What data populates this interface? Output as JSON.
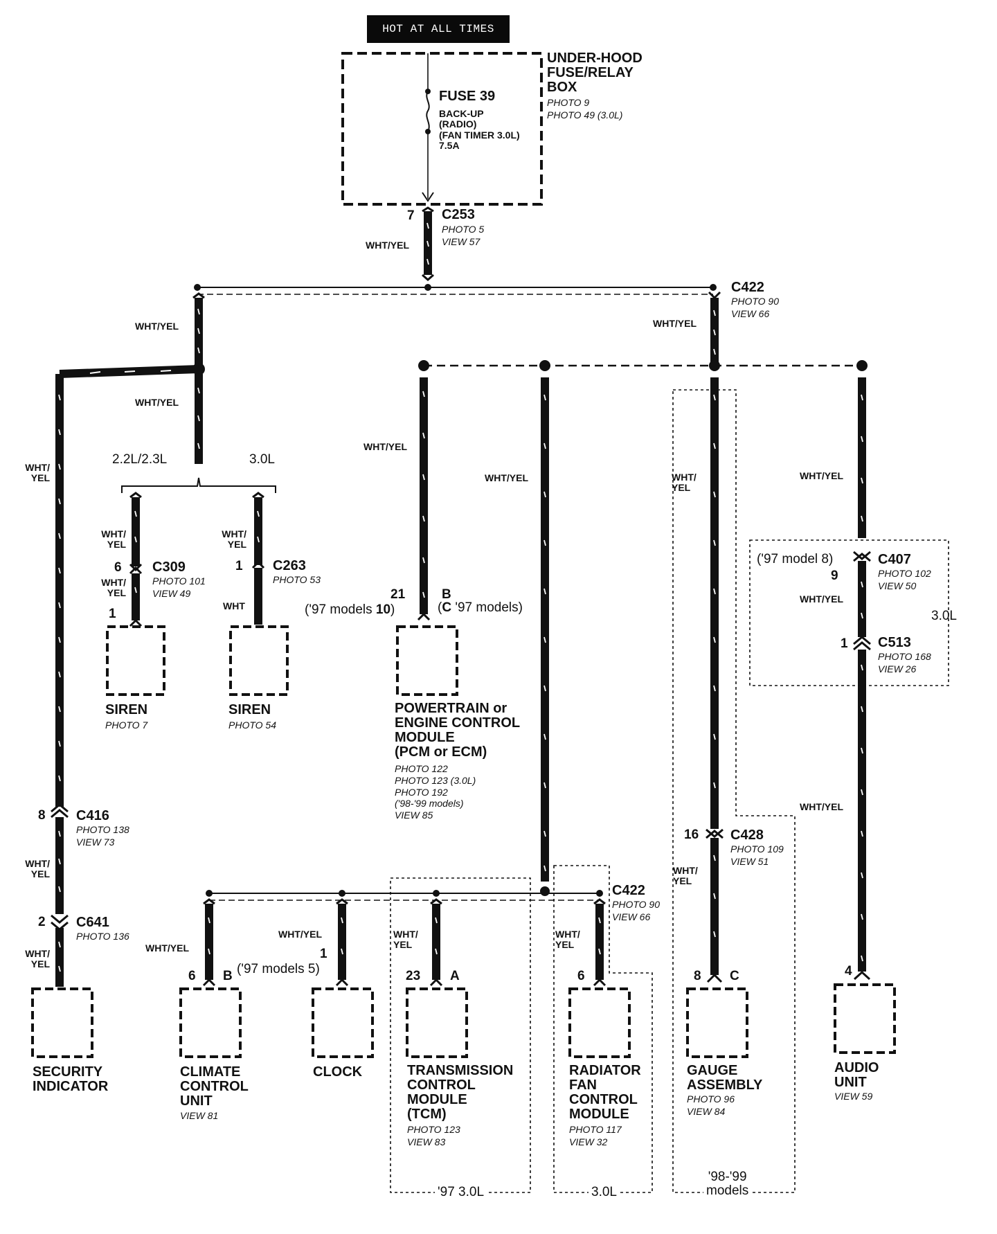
{
  "hot_label": "HOT AT ALL TIMES",
  "fuse_box": {
    "name_lines": [
      "UNDER-HOOD",
      "FUSE/RELAY",
      "BOX"
    ],
    "photo1": "PHOTO 9",
    "photo2": "PHOTO 49 (3.0L)"
  },
  "fuse": {
    "name": "FUSE 39",
    "lines": [
      "BACK-UP",
      "(RADIO)",
      "(FAN TIMER 3.0L)",
      "7.5A"
    ]
  },
  "wire": {
    "wht_yel": "WHT/YEL",
    "wht": "WHT",
    "wht_slash": "WHT/",
    "yel": "YEL"
  },
  "c253": {
    "pin": "7",
    "name": "C253",
    "photo": "PHOTO 5",
    "view": "VIEW 57"
  },
  "c422_top": {
    "name": "C422",
    "photo": "PHOTO 90",
    "view": "VIEW 66"
  },
  "engine_options": {
    "left": "2.2L/2.3L",
    "right": "3.0L"
  },
  "c309": {
    "pin_in": "6",
    "pin_out": "1",
    "name": "C309",
    "photo": "PHOTO 101",
    "view": "VIEW 49"
  },
  "c263": {
    "pin": "1",
    "name": "C263",
    "photo": "PHOTO 53"
  },
  "siren1": {
    "name": "SIREN",
    "photo": "PHOTO 7"
  },
  "siren2": {
    "name": "SIREN",
    "photo": "PHOTO 54"
  },
  "pcm": {
    "pin_left": "21",
    "pin_left_97_prefix": "('97 models ",
    "pin_left_97": "10",
    "pin_left_97_suffix": ")",
    "pin_right": "B",
    "pin_right_97_prefix": "(",
    "pin_right_97": "C",
    "pin_right_97_suffix": " '97 models)",
    "name_lines": [
      "POWERTRAIN or",
      "ENGINE CONTROL",
      "MODULE",
      "(PCM or ECM)"
    ],
    "refs": [
      "PHOTO 122",
      "PHOTO 123 (3.0L)",
      "PHOTO 192",
      "('98-'99 models)",
      "VIEW 85"
    ]
  },
  "c407": {
    "pin_97": "('97 model 8)",
    "pin": "9",
    "name": "C407",
    "photo": "PHOTO 102",
    "view": "VIEW 50"
  },
  "c513": {
    "pin": "1",
    "name": "C513",
    "photo": "PHOTO 168",
    "view": "VIEW 26"
  },
  "engine_30": "3.0L",
  "c416": {
    "pin": "8",
    "name": "C416",
    "photo": "PHOTO 138",
    "view": "VIEW 73"
  },
  "c641": {
    "pin": "2",
    "name": "C641",
    "photo": "PHOTO 136"
  },
  "c428": {
    "pin": "16",
    "name": "C428",
    "photo": "PHOTO 109",
    "view": "VIEW 51"
  },
  "c422_bottom": {
    "name": "C422",
    "photo": "PHOTO 90",
    "view": "VIEW 66"
  },
  "security": {
    "name_lines": [
      "SECURITY",
      "INDICATOR"
    ]
  },
  "climate": {
    "pin": "6",
    "pin2": "B",
    "name_lines": [
      "CLIMATE",
      "CONTROL",
      "UNIT"
    ],
    "view": "VIEW 81"
  },
  "clock": {
    "pin": "1",
    "pin_97": "('97 models 5)",
    "name": "CLOCK"
  },
  "tcm": {
    "pin": "23",
    "pin2": "A",
    "name_lines": [
      "TRANSMISSION",
      "CONTROL",
      "MODULE",
      "(TCM)"
    ],
    "photo": "PHOTO 123",
    "view": "VIEW 83"
  },
  "radfan": {
    "pin": "6",
    "name_lines": [
      "RADIATOR",
      "FAN",
      "CONTROL",
      "MODULE"
    ],
    "photo": "PHOTO 117",
    "view": "VIEW 32"
  },
  "gauge": {
    "pin": "8",
    "pin2": "C",
    "name_lines": [
      "GAUGE",
      "ASSEMBLY"
    ],
    "photo": "PHOTO 96",
    "view": "VIEW 84"
  },
  "audio": {
    "pin": "4",
    "name_lines": [
      "AUDIO",
      "UNIT"
    ],
    "view": "VIEW 59"
  },
  "notes": {
    "tcm_box": "'97 3.0L",
    "radfan_box": "3.0L",
    "gauge_box": [
      "'98-'99",
      "models"
    ]
  }
}
